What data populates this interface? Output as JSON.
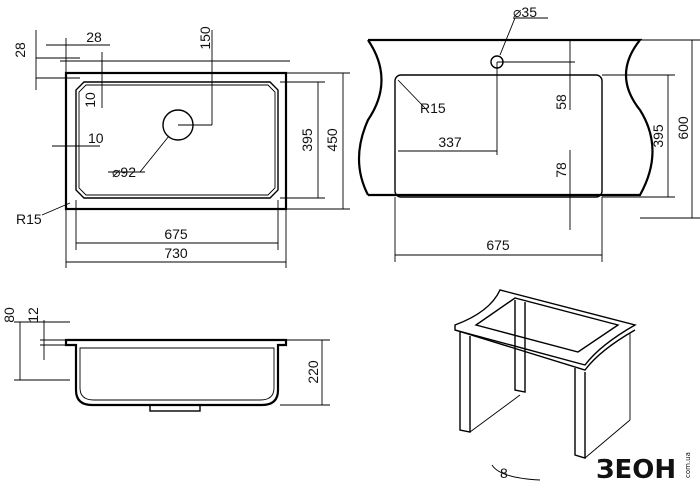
{
  "top_view": {
    "dim_left_28": "28",
    "dim_top_28": "28",
    "dim_150": "150",
    "dim_10_top": "10",
    "dim_10_left": "10",
    "dim_395": "395",
    "dim_450": "450",
    "diam_92": "⌀92",
    "radius_15": "R15",
    "dim_675": "675",
    "dim_730": "730"
  },
  "cutout_view": {
    "diam_35": "⌀35",
    "radius_15": "R15",
    "dim_337": "337",
    "dim_58": "58",
    "dim_78": "78",
    "dim_395": "395",
    "dim_600": "600",
    "dim_675": "675"
  },
  "side_view": {
    "dim_80": "80",
    "dim_12": "12",
    "dim_220": "220"
  },
  "iso_view": {
    "dim_partial": "8"
  },
  "logo": {
    "mark": "ЗЕОН",
    "sub": "com.ua"
  }
}
